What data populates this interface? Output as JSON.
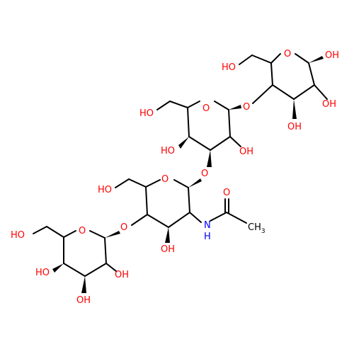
{
  "molecule": {
    "colors": {
      "oxygen": "#ff0000",
      "nitrogen": "#0000ff",
      "carbon": "#000000"
    },
    "atoms": [
      {
        "id": "o_top_ring",
        "text": "O",
        "color": "oxygen"
      },
      {
        "id": "o_top_oh_right",
        "text": "OH",
        "color": "oxygen"
      },
      {
        "id": "o_top_ch2oh",
        "text": "HO",
        "color": "oxygen"
      },
      {
        "id": "o_top_oh_mid",
        "text": "OH",
        "color": "oxygen"
      },
      {
        "id": "o_top_oh_bottom",
        "text": "OH",
        "color": "oxygen"
      },
      {
        "id": "o_link_top",
        "text": "O",
        "color": "oxygen"
      },
      {
        "id": "o_mid1_ring",
        "text": "O",
        "color": "oxygen"
      },
      {
        "id": "o_mid1_ch2oh",
        "text": "HO",
        "color": "oxygen"
      },
      {
        "id": "o_mid1_oh_left",
        "text": "HO",
        "color": "oxygen"
      },
      {
        "id": "o_mid1_oh_right",
        "text": "OH",
        "color": "oxygen"
      },
      {
        "id": "o_link_mid",
        "text": "O",
        "color": "oxygen"
      },
      {
        "id": "o_mid2_ring",
        "text": "O",
        "color": "oxygen"
      },
      {
        "id": "o_mid2_ch2oh",
        "text": "HO",
        "color": "oxygen"
      },
      {
        "id": "o_carbonyl",
        "text": "O",
        "color": "oxygen"
      },
      {
        "id": "n_amide",
        "text": "N",
        "color": "nitrogen"
      },
      {
        "id": "h_amide",
        "text": "H",
        "color": "nitrogen"
      },
      {
        "id": "c_methyl",
        "text": "CH",
        "color": "carbon"
      },
      {
        "id": "c_methyl_sub",
        "text": "3",
        "color": "carbon"
      },
      {
        "id": "o_mid2_oh",
        "text": "OH",
        "color": "oxygen"
      },
      {
        "id": "o_link_low",
        "text": "O",
        "color": "oxygen"
      },
      {
        "id": "o_low_ring",
        "text": "O",
        "color": "oxygen"
      },
      {
        "id": "o_low_ch2oh",
        "text": "HO",
        "color": "oxygen"
      },
      {
        "id": "o_low_oh_right",
        "text": "OH",
        "color": "oxygen"
      },
      {
        "id": "o_low_oh_left",
        "text": "HO",
        "color": "oxygen"
      },
      {
        "id": "o_low_oh_bottom",
        "text": "OH",
        "color": "oxygen"
      }
    ]
  }
}
